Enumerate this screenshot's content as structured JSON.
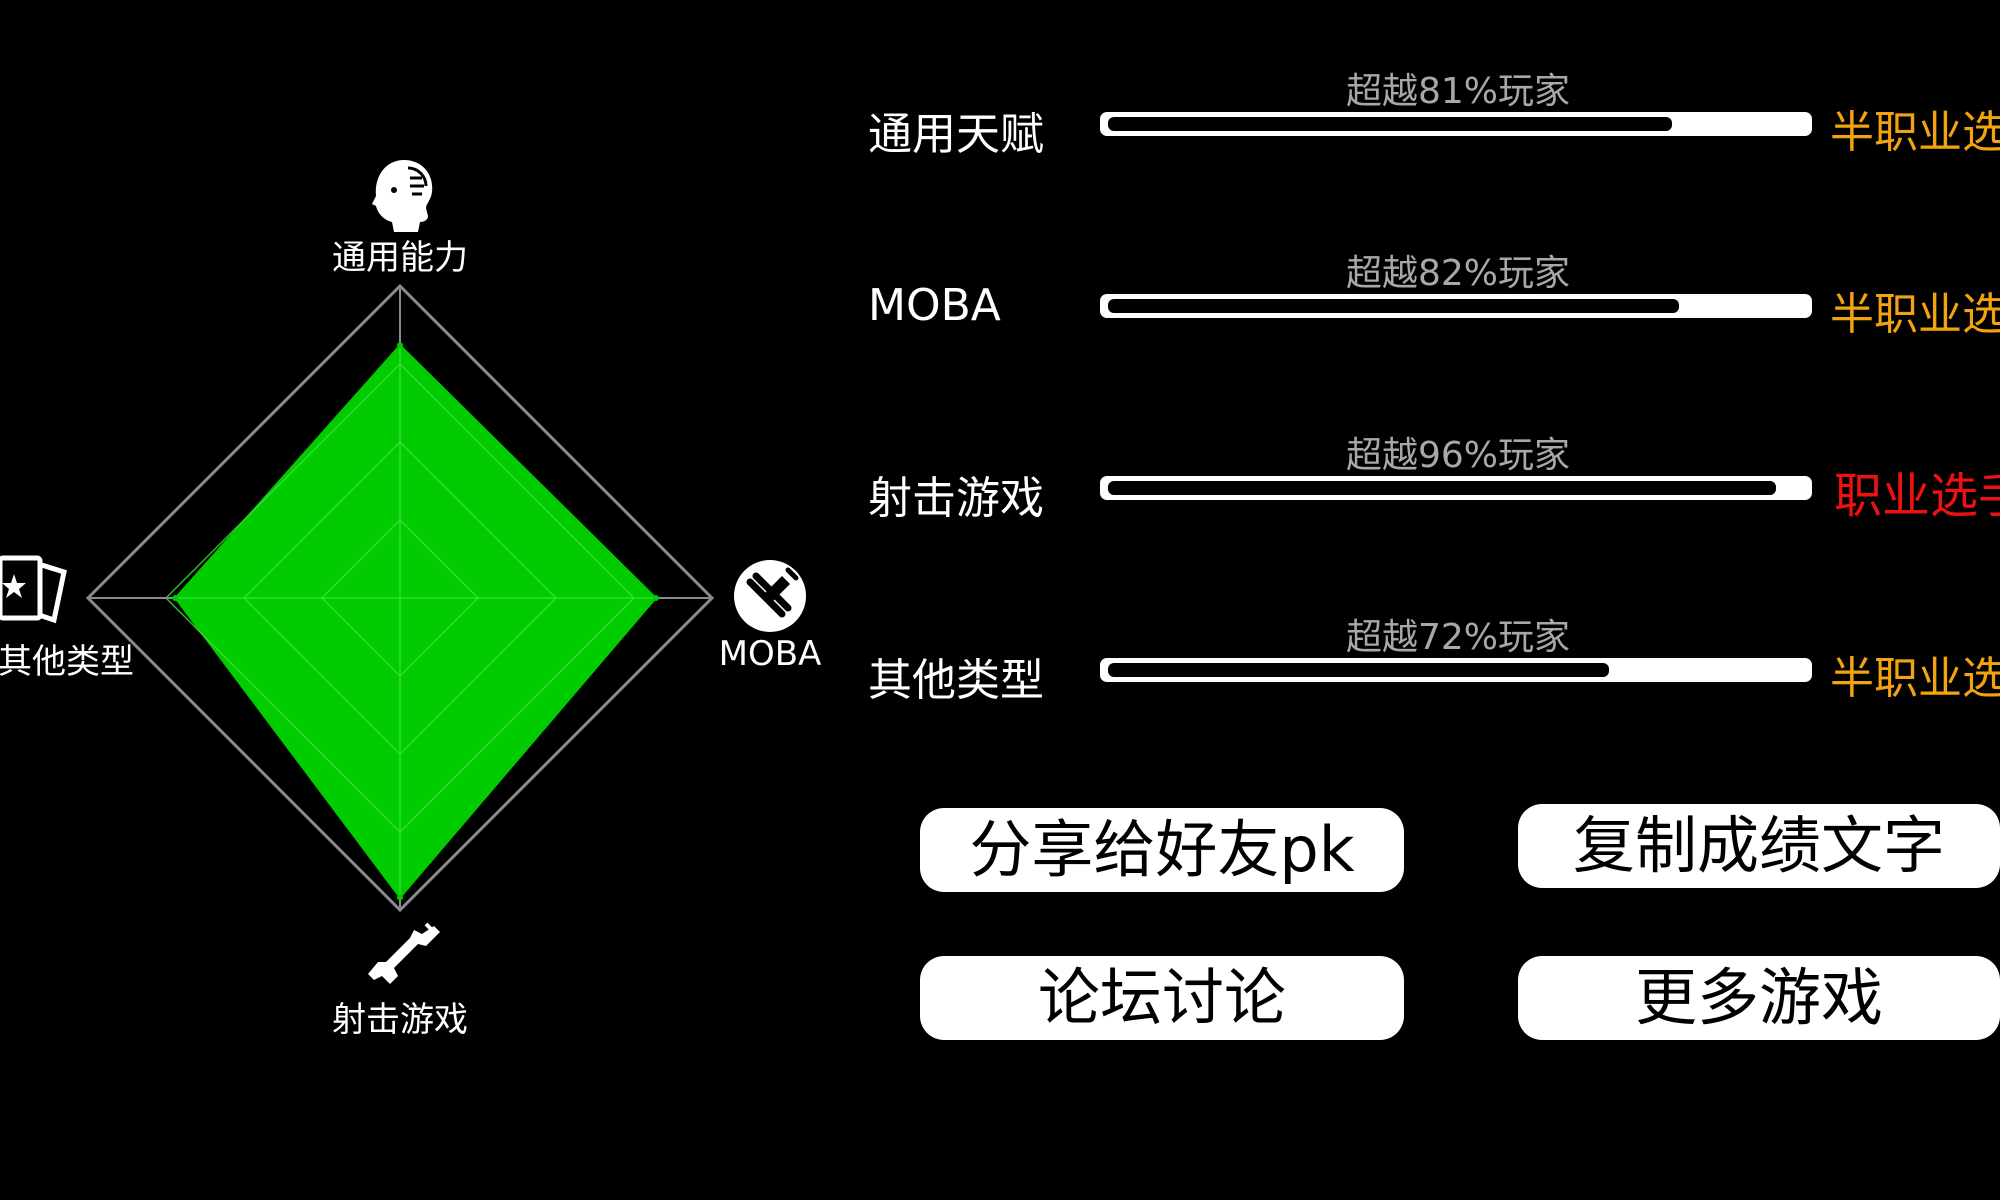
{
  "colors": {
    "background": "#000000",
    "radar_fill": "#00cc00",
    "radar_outline": "#8a8a8a",
    "rank_semi_pro": "#f2a30f",
    "rank_pro": "#ee1111",
    "bar_track": "#ffffff",
    "bar_fill": "#000000"
  },
  "chart_data": {
    "type": "radar",
    "axes": [
      {
        "label": "通用能力",
        "icon": "human-head-icon",
        "value": 81
      },
      {
        "label": "MOBA",
        "icon": "crossed-tools-icon",
        "value": 82
      },
      {
        "label": "射击游戏",
        "icon": "rifle-icon",
        "value": 96
      },
      {
        "label": "其他类型",
        "icon": "star-card-icon",
        "value": 72
      }
    ],
    "range": [
      0,
      100
    ],
    "rings": 4
  },
  "rows": [
    {
      "label": "通用天赋",
      "percent_text": "超越81%玩家",
      "percent": 81,
      "rank": "半职业选",
      "rank_type": "semi_pro"
    },
    {
      "label": "MOBA",
      "percent_text": "超越82%玩家",
      "percent": 82,
      "rank": "半职业选",
      "rank_type": "semi_pro"
    },
    {
      "label": "射击游戏",
      "percent_text": "超越96%玩家",
      "percent": 96,
      "rank": "职业选手",
      "rank_type": "pro"
    },
    {
      "label": "其他类型",
      "percent_text": "超越72%玩家",
      "percent": 72,
      "rank": "半职业选",
      "rank_type": "semi_pro"
    }
  ],
  "buttons": {
    "share": "分享给好友pk",
    "copy": "复制成绩文字",
    "forum": "论坛讨论",
    "more": "更多游戏"
  }
}
